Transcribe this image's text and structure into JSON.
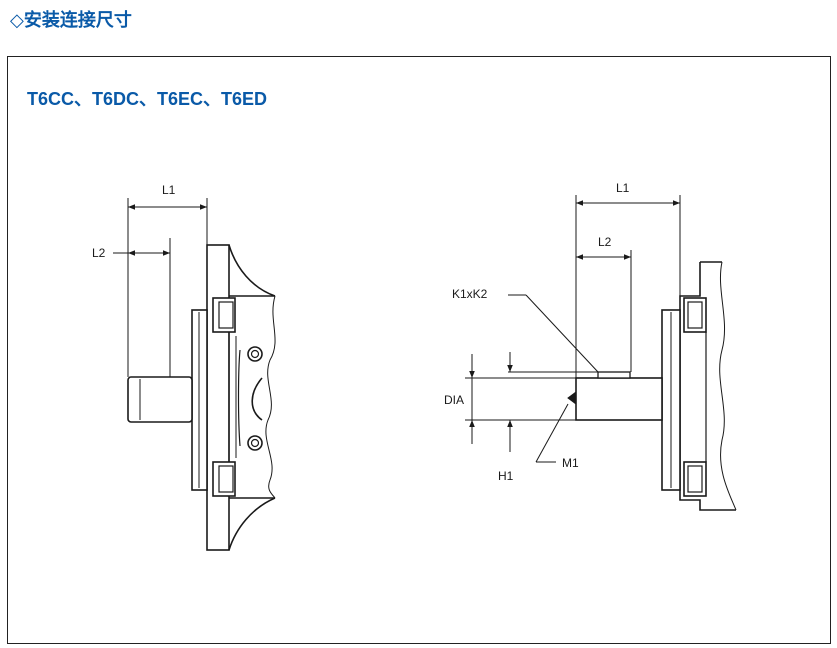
{
  "header": {
    "icon": "diamond-outline-icon",
    "title": "◇安装连接尺寸"
  },
  "panel": {
    "model_title": "T6CC、T6DC、T6EC、T6ED"
  },
  "left_view": {
    "labels": {
      "l1": "L1",
      "l2": "L2"
    }
  },
  "right_view": {
    "labels": {
      "l1": "L1",
      "l2": "L2",
      "key": "K1xK2",
      "dia": "DIA",
      "h1": "H1",
      "m1": "M1"
    }
  },
  "colors": {
    "accent": "#0a5aa8",
    "line": "#1a1a1a"
  }
}
